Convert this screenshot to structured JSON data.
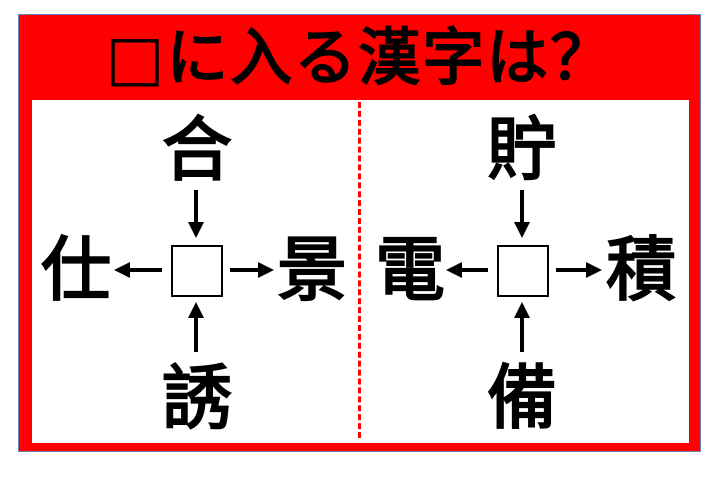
{
  "title": "□に入る漢字は？",
  "puzzles": [
    {
      "top": "合",
      "left": "仕",
      "right": "景",
      "bottom": "誘"
    },
    {
      "top": "貯",
      "left": "電",
      "right": "積",
      "bottom": "備"
    }
  ],
  "colors": {
    "frame": "#ff0000",
    "text": "#000000"
  }
}
